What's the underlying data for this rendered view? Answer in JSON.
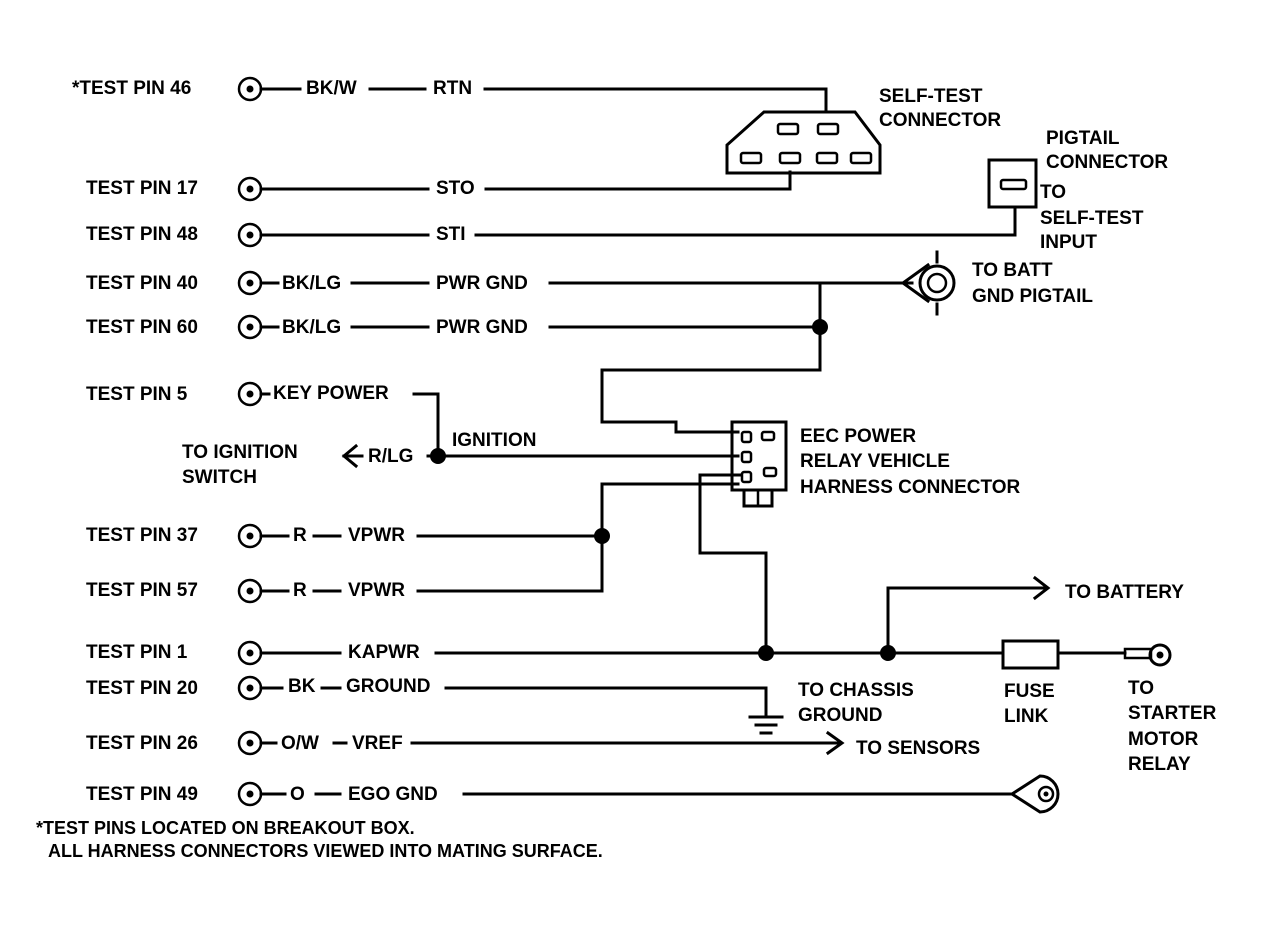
{
  "pins": [
    {
      "id": "46",
      "label": "*TEST PIN 46",
      "color": "BK/W",
      "signal": "RTN"
    },
    {
      "id": "17",
      "label": "TEST PIN 17",
      "color": "",
      "signal": "STO"
    },
    {
      "id": "48",
      "label": "TEST PIN 48",
      "color": "",
      "signal": "STI"
    },
    {
      "id": "40",
      "label": "TEST PIN 40",
      "color": "BK/LG",
      "signal": "PWR GND"
    },
    {
      "id": "60",
      "label": "TEST PIN 60",
      "color": "BK/LG",
      "signal": "PWR GND"
    },
    {
      "id": "5",
      "label": "TEST PIN 5",
      "color": "",
      "signal": "KEY POWER"
    },
    {
      "id": "37",
      "label": "TEST PIN 37",
      "color": "R",
      "signal": "VPWR"
    },
    {
      "id": "57",
      "label": "TEST PIN 57",
      "color": "R",
      "signal": "VPWR"
    },
    {
      "id": "1",
      "label": "TEST PIN 1",
      "color": "",
      "signal": "KAPWR"
    },
    {
      "id": "20",
      "label": "TEST PIN 20",
      "color": "BK",
      "signal": "GROUND"
    },
    {
      "id": "26",
      "label": "TEST PIN 26",
      "color": "O/W",
      "signal": "VREF"
    },
    {
      "id": "49",
      "label": "TEST PIN 49",
      "color": "O",
      "signal": "EGO GND"
    }
  ],
  "labels": {
    "self_test_1": "SELF-TEST",
    "self_test_2": "CONNECTOR",
    "pigtail_1": "PIGTAIL",
    "pigtail_2": "CONNECTOR",
    "to_sti_1": "TO",
    "to_sti_2": "SELF-TEST",
    "to_sti_3": "INPUT",
    "batt_gnd_1": "TO BATT",
    "batt_gnd_2": "GND PIGTAIL",
    "ign_switch_1": "TO IGNITION",
    "ign_switch_2": "SWITCH",
    "rlg": "R/LG",
    "ignition": "IGNITION",
    "eec_1": "EEC POWER",
    "eec_2": "RELAY VEHICLE",
    "eec_3": "HARNESS CONNECTOR",
    "to_battery": "TO BATTERY",
    "chassis_1": "TO CHASSIS",
    "chassis_2": "GROUND",
    "fuse_1": "FUSE",
    "fuse_2": "LINK",
    "starter_1": "TO",
    "starter_2": "STARTER",
    "starter_3": "MOTOR",
    "starter_4": "RELAY",
    "to_sensors": "TO SENSORS"
  },
  "footnote": {
    "line1": "*TEST PINS LOCATED ON BREAKOUT BOX.",
    "line2": "ALL HARNESS CONNECTORS VIEWED INTO MATING SURFACE."
  }
}
